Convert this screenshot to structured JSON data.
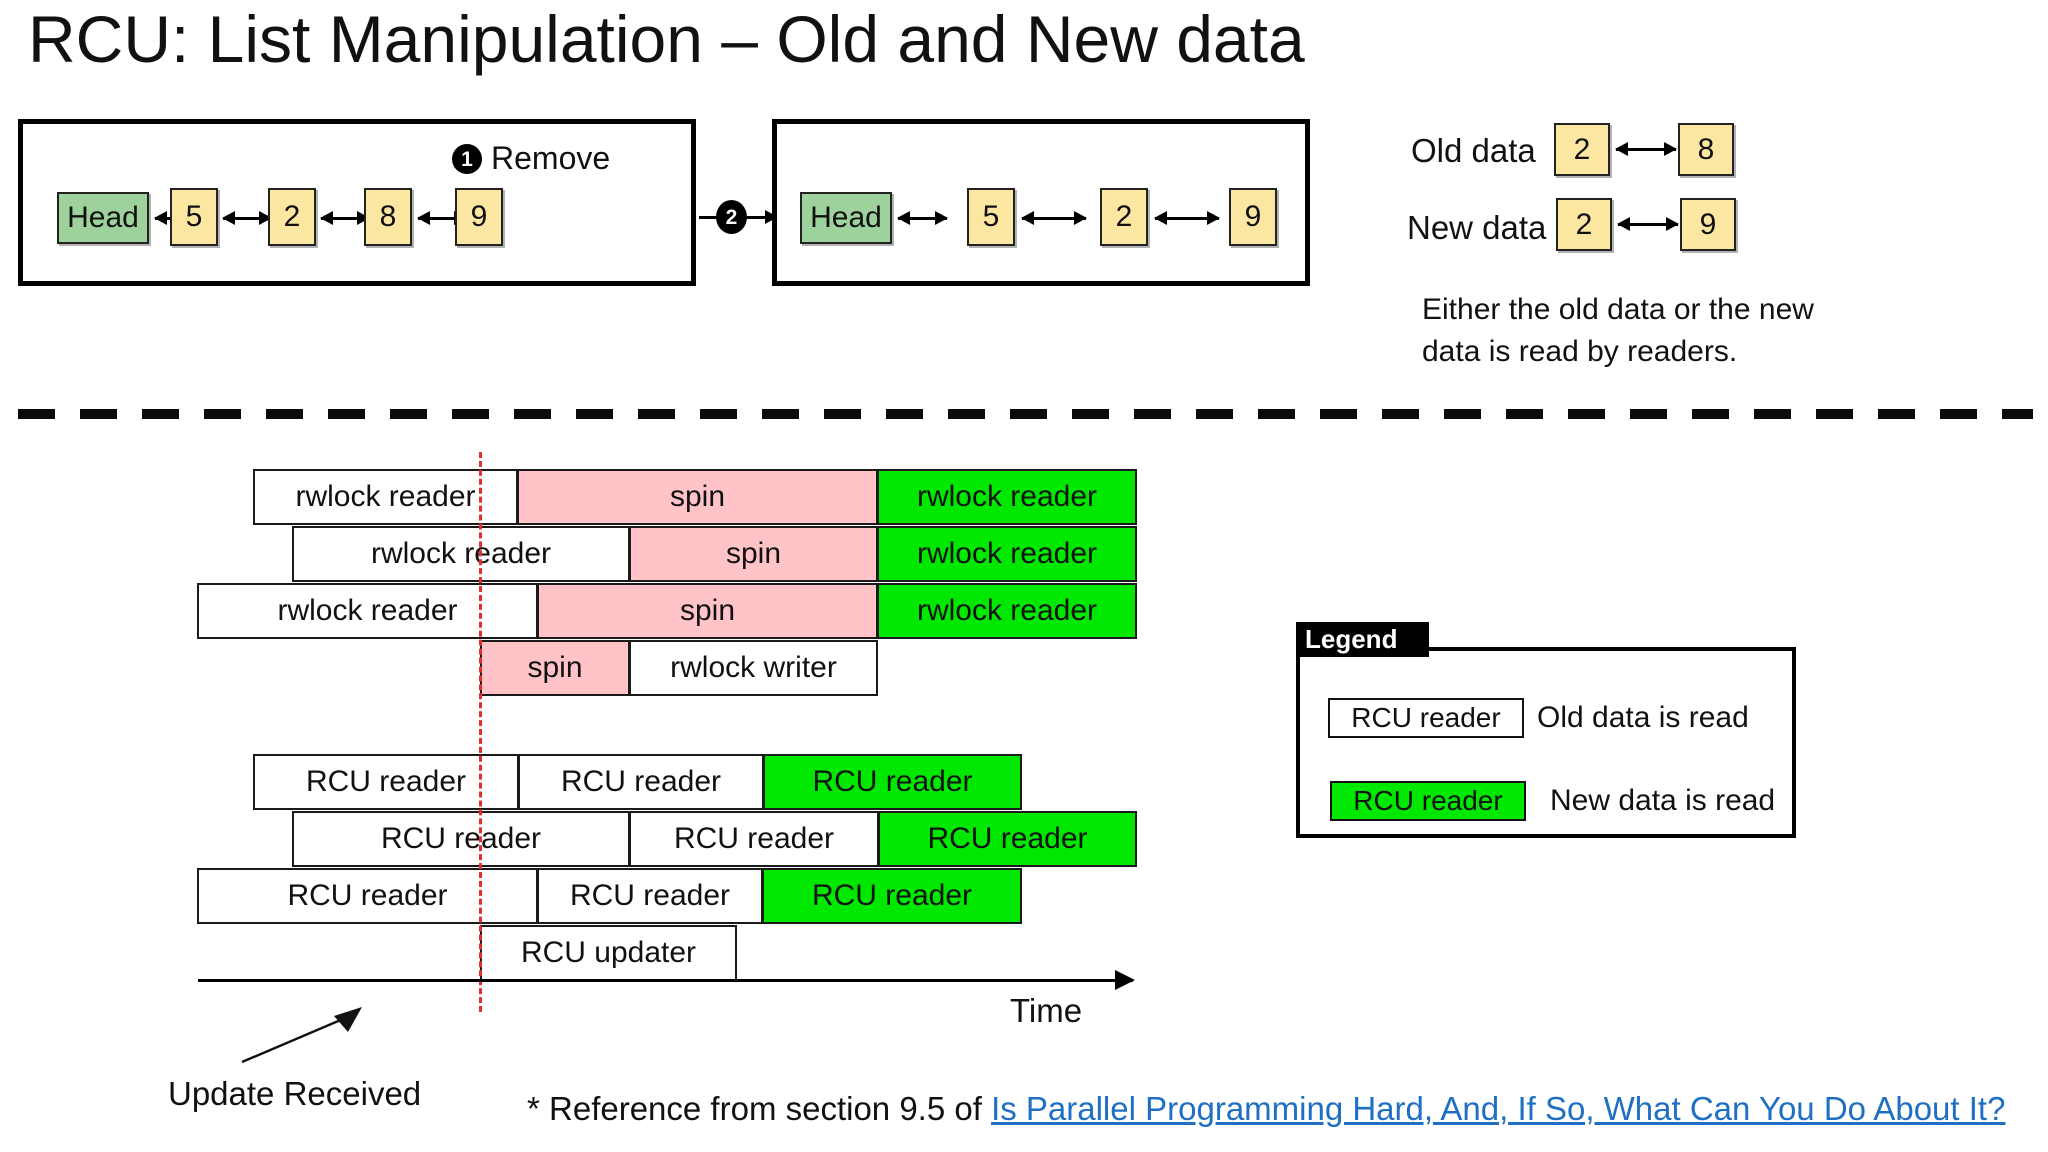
{
  "title": "RCU: List Manipulation – Old and New data",
  "list_before": {
    "step_badge": "1",
    "step_label": "Remove",
    "nodes": [
      "Head",
      "5",
      "2",
      "8",
      "9"
    ]
  },
  "transition_badge": "2",
  "list_after": {
    "nodes": [
      "Head",
      "5",
      "2",
      "9"
    ]
  },
  "right_column": {
    "old_data_label": "Old data",
    "old_data_nodes": [
      "2",
      "8"
    ],
    "new_data_label": "New data",
    "new_data_nodes": [
      "2",
      "9"
    ],
    "note_line1": "Either the old data or the new",
    "note_line2": "data is read by readers."
  },
  "timeline": {
    "rwlock_rows": [
      {
        "segments": [
          {
            "label": "rwlock reader",
            "state": "old"
          },
          {
            "label": "spin",
            "state": "spin"
          },
          {
            "label": "rwlock reader",
            "state": "new"
          }
        ]
      },
      {
        "segments": [
          {
            "label": "rwlock reader",
            "state": "old"
          },
          {
            "label": "spin",
            "state": "spin"
          },
          {
            "label": "rwlock reader",
            "state": "new"
          }
        ]
      },
      {
        "segments": [
          {
            "label": "rwlock reader",
            "state": "old"
          },
          {
            "label": "spin",
            "state": "spin"
          },
          {
            "label": "rwlock reader",
            "state": "new"
          }
        ]
      },
      {
        "segments": [
          {
            "label": "spin",
            "state": "spin"
          },
          {
            "label": "rwlock writer",
            "state": "old"
          }
        ]
      }
    ],
    "rcu_rows": [
      {
        "segments": [
          {
            "label": "RCU reader",
            "state": "old"
          },
          {
            "label": "RCU reader",
            "state": "old"
          },
          {
            "label": "RCU reader",
            "state": "new"
          }
        ]
      },
      {
        "segments": [
          {
            "label": "RCU reader",
            "state": "old"
          },
          {
            "label": "RCU reader",
            "state": "old"
          },
          {
            "label": "RCU reader",
            "state": "new"
          }
        ]
      },
      {
        "segments": [
          {
            "label": "RCU reader",
            "state": "old"
          },
          {
            "label": "RCU reader",
            "state": "old"
          },
          {
            "label": "RCU reader",
            "state": "new"
          }
        ]
      },
      {
        "segments": [
          {
            "label": "RCU updater",
            "state": "old"
          }
        ]
      }
    ],
    "axis_label": "Time",
    "update_marker_label": "Update Received"
  },
  "legend": {
    "title": "Legend",
    "rows": [
      {
        "sample": "RCU reader",
        "state": "old",
        "text": "Old data is read"
      },
      {
        "sample": "RCU reader",
        "state": "new",
        "text": "New data is read"
      }
    ]
  },
  "footer": {
    "prefix": "* Reference from section 9.5 of ",
    "link": "Is Parallel Programming Hard, And, If So, What Can You Do About It?"
  },
  "colors": {
    "head_node": "#9ed29c",
    "value_node": "#fbe6a2",
    "spin": "#ffc3c8",
    "new_data": "#00e800",
    "old_data": "#ffffff",
    "marker_line": "#e03030",
    "link": "#1f6fc4"
  }
}
